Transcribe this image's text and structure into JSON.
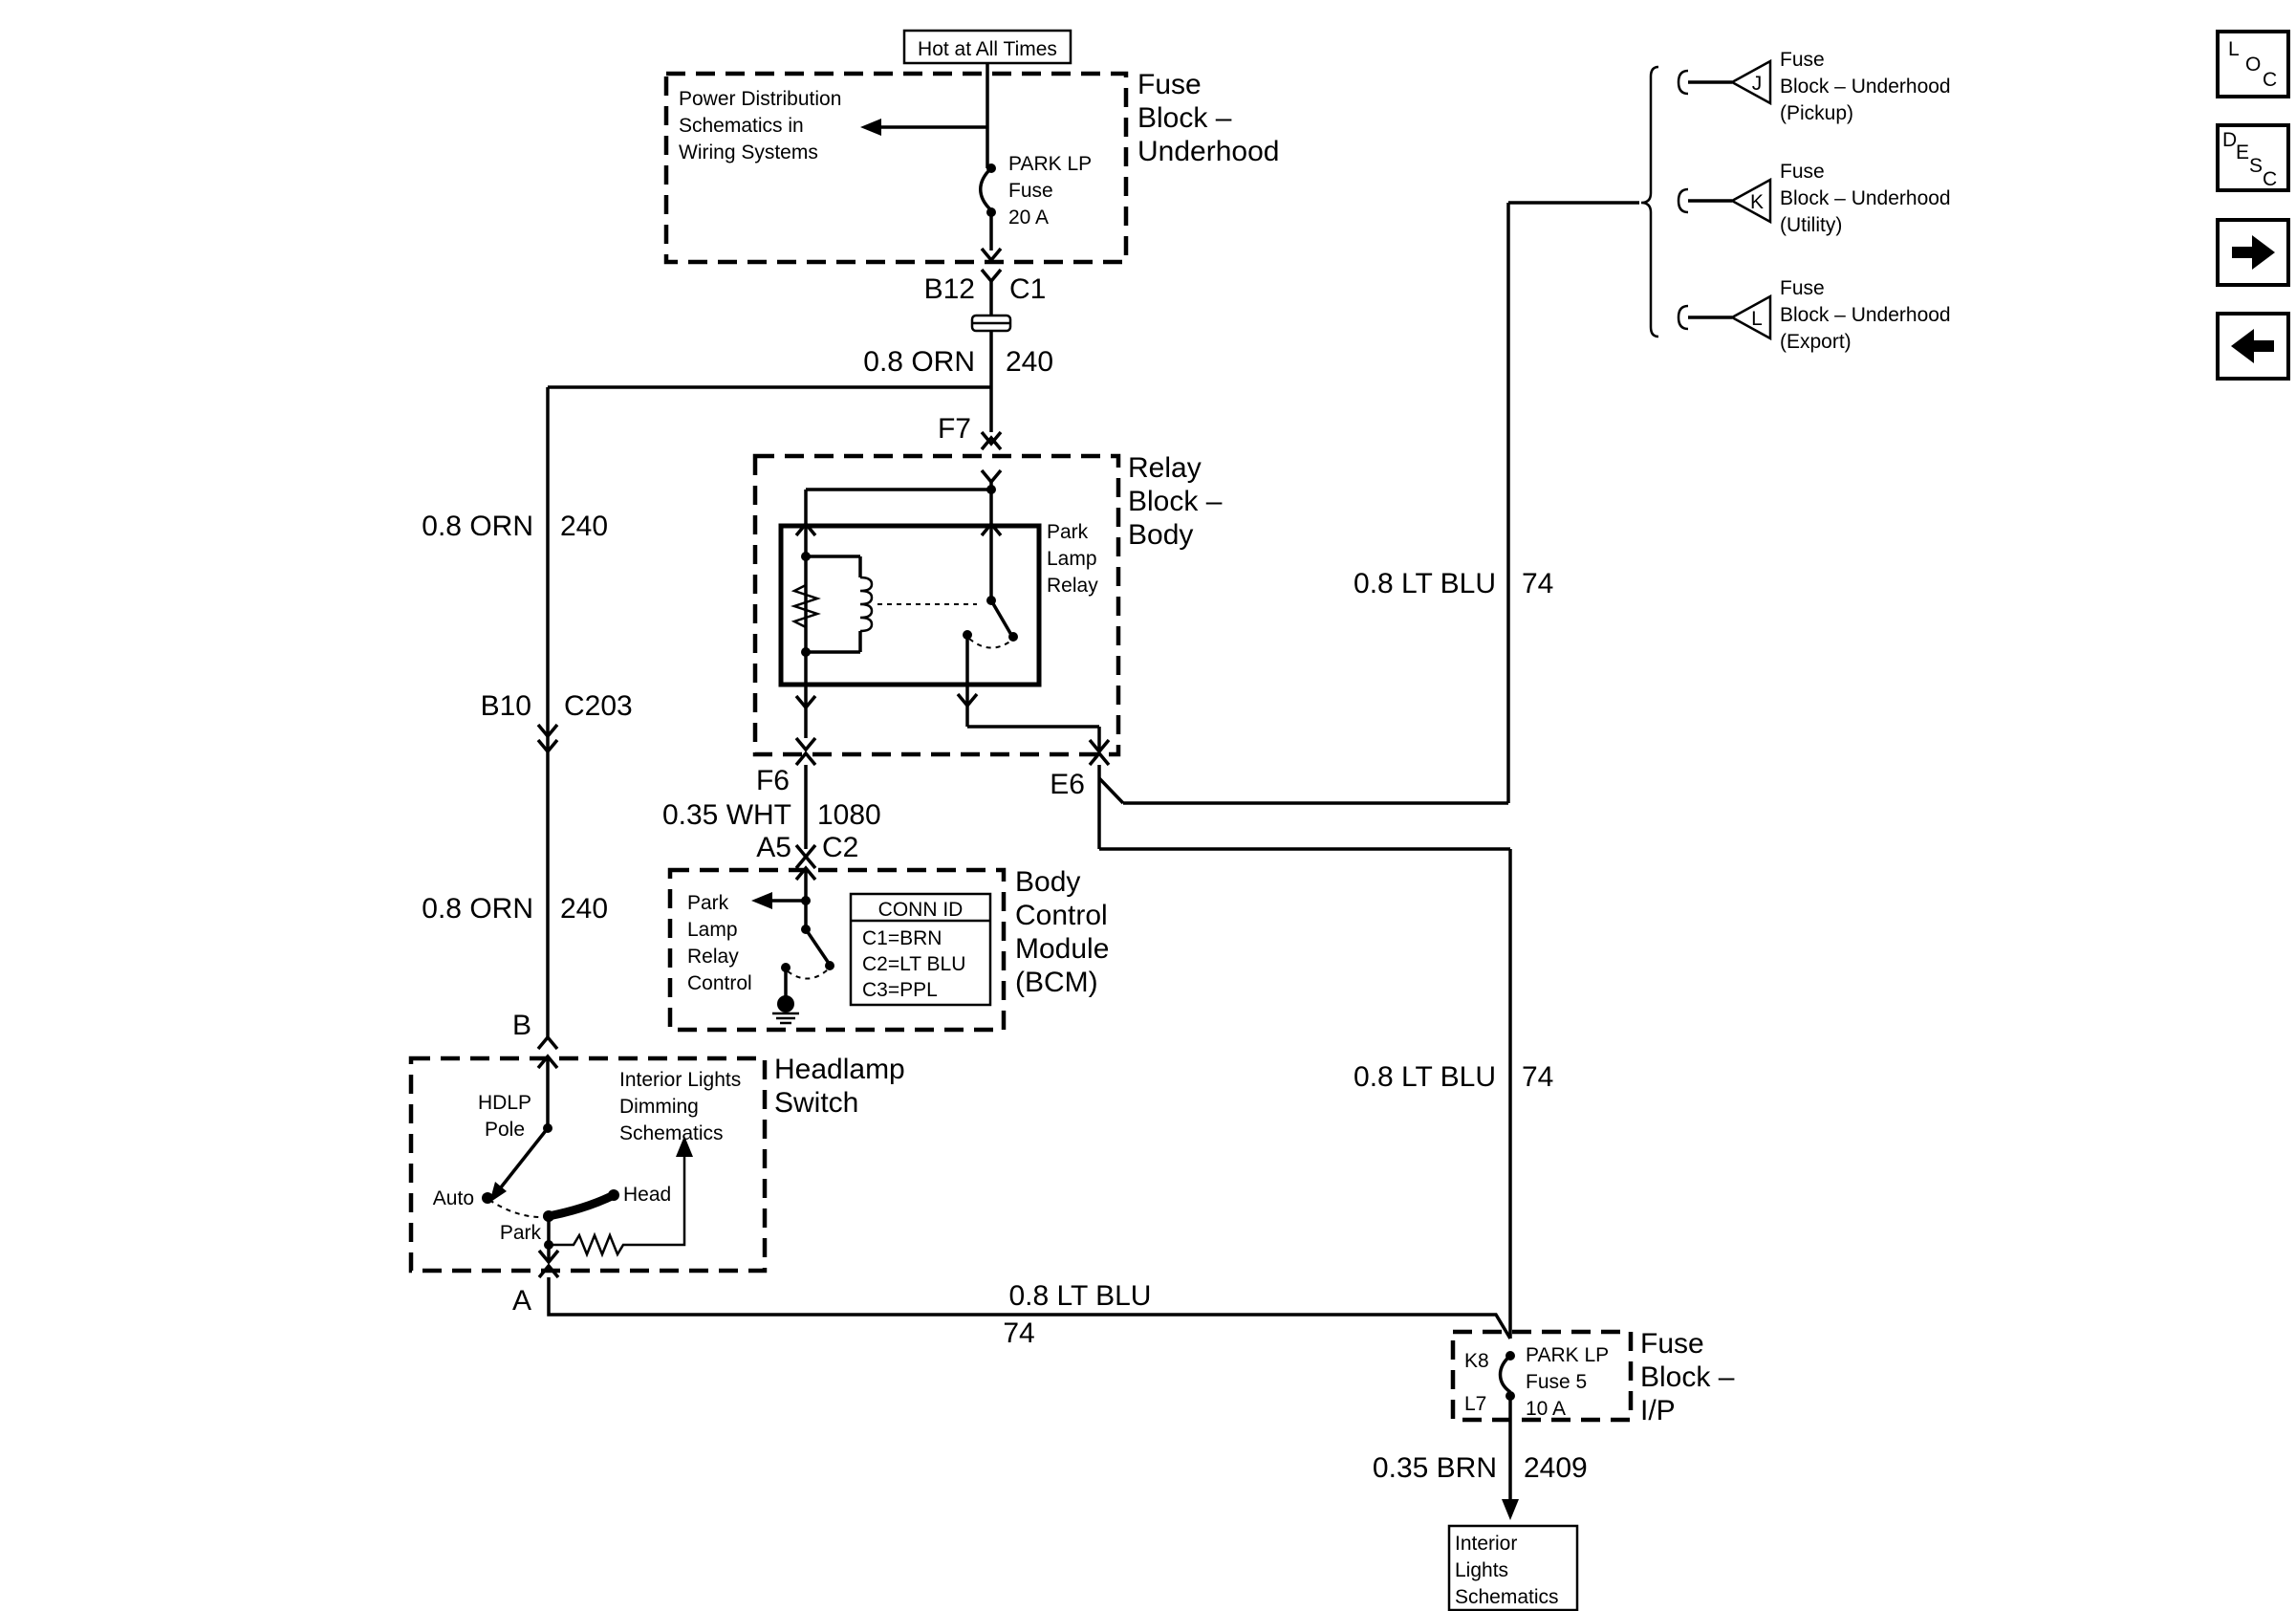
{
  "hot_label": "Hot at All Times",
  "fuse_block_underhood": {
    "title": [
      "Fuse",
      "Block –",
      "Underhood"
    ],
    "pds_note": [
      "Power Distribution",
      "Schematics in",
      "Wiring Systems"
    ],
    "fuse": [
      "PARK LP",
      "Fuse",
      "20 A"
    ]
  },
  "conn_b12": "B12",
  "conn_c1": "C1",
  "wire_240_top": {
    "gauge": "0.8 ORN",
    "circuit": "240"
  },
  "pin_f7": "F7",
  "relay_block": {
    "title": [
      "Relay",
      "Block –",
      "Body"
    ],
    "relay": [
      "Park",
      "Lamp",
      "Relay"
    ]
  },
  "wire_240_left": {
    "gauge": "0.8 ORN",
    "circuit": "240"
  },
  "conn_b10": "B10",
  "conn_c203": "C203",
  "pin_f6": "F6",
  "pin_e6": "E6",
  "wire_1080": {
    "gauge": "0.35 WHT",
    "circuit": "1080"
  },
  "conn_a5": "A5",
  "conn_c2": "C2",
  "bcm": {
    "title": [
      "Body",
      "Control",
      "Module",
      "(BCM)"
    ],
    "control": [
      "Park",
      "Lamp",
      "Relay",
      "Control"
    ],
    "conn_id_title": "CONN ID",
    "conn_id": [
      "C1=BRN",
      "C2=LT BLU",
      "C3=PPL"
    ]
  },
  "wire_240_lower": {
    "gauge": "0.8 ORN",
    "circuit": "240"
  },
  "pin_b": "B",
  "headlamp_switch": {
    "title": [
      "Headlamp",
      "Switch"
    ],
    "pole": [
      "HDLP",
      "Pole"
    ],
    "dimming": [
      "Interior Lights",
      "Dimming",
      "Schematics"
    ],
    "auto": "Auto",
    "head": "Head",
    "park": "Park"
  },
  "pin_a": "A",
  "wire_74_bottom": {
    "gauge": "0.8 LT BLU",
    "circuit": "74"
  },
  "wire_74_upper": {
    "gauge": "0.8 LT BLU",
    "circuit": "74"
  },
  "wire_74_mid": {
    "gauge": "0.8 LT BLU",
    "circuit": "74"
  },
  "fuse_block_ip": {
    "title": [
      "Fuse",
      "Block –",
      "I/P"
    ],
    "pin_k8": "K8",
    "pin_l7": "L7",
    "fuse": [
      "PARK LP",
      "Fuse 5",
      "10 A"
    ]
  },
  "wire_2409": {
    "gauge": "0.35 BRN",
    "circuit": "2409"
  },
  "interior_lights": [
    "Interior",
    "Lights",
    "Schematics"
  ],
  "refs": [
    {
      "letter": "J",
      "lines": [
        "Fuse",
        "Block – Underhood",
        "(Pickup)"
      ]
    },
    {
      "letter": "K",
      "lines": [
        "Fuse",
        "Block – Underhood",
        "(Utility)"
      ]
    },
    {
      "letter": "L",
      "lines": [
        "Fuse",
        "Block – Underhood",
        "(Export)"
      ]
    }
  ],
  "nav": {
    "loc": [
      "L",
      "O",
      "C"
    ],
    "desc": [
      "D",
      "E",
      "S",
      "C"
    ],
    "forward": "forward-arrow-icon",
    "back": "back-arrow-icon"
  }
}
